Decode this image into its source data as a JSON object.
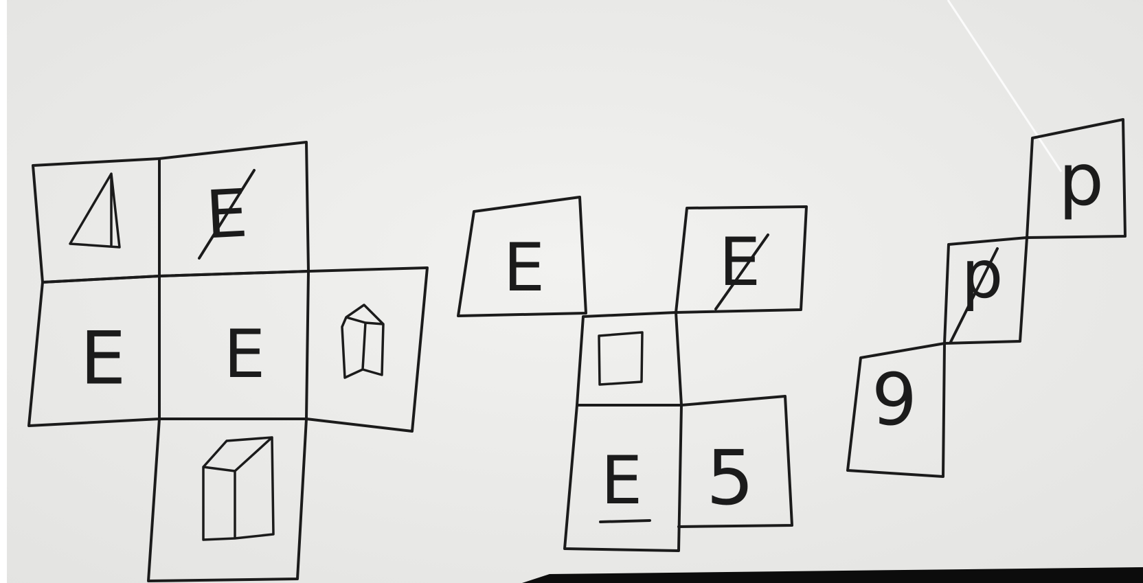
{
  "sketches": [
    {
      "id": "cross-net",
      "cells": [
        {
          "name": "triangle-cell",
          "content": "triangle-drawing"
        },
        {
          "name": "struck-e-cell",
          "label": "E",
          "struck": true
        },
        {
          "name": "e-cell-left",
          "label": "E"
        },
        {
          "name": "e-cell-center",
          "label": "E"
        },
        {
          "name": "house-cell",
          "content": "house-prism-drawing"
        },
        {
          "name": "prism-cell",
          "content": "rectangular-prism-drawing"
        }
      ]
    },
    {
      "id": "middle-net",
      "cells": [
        {
          "name": "e-cell-middle-top",
          "label": "E"
        },
        {
          "name": "struck-e-cell-middle",
          "label": "E",
          "struck": true
        },
        {
          "name": "square-cell",
          "content": "small-square-drawing"
        },
        {
          "name": "underlined-e-cell",
          "label": "E",
          "underlined": true
        },
        {
          "name": "five-cell",
          "label": "5"
        }
      ]
    },
    {
      "id": "diagonal-net",
      "cells": [
        {
          "name": "p-cell-top",
          "label": "p"
        },
        {
          "name": "struck-p-cell",
          "label": "p",
          "struck": true
        },
        {
          "name": "nine-cell",
          "label": "9"
        }
      ]
    }
  ],
  "colors": {
    "paper": "#eeeeec",
    "ink": "#1b1b1b",
    "bottom-edge": "#0c0c0c"
  }
}
